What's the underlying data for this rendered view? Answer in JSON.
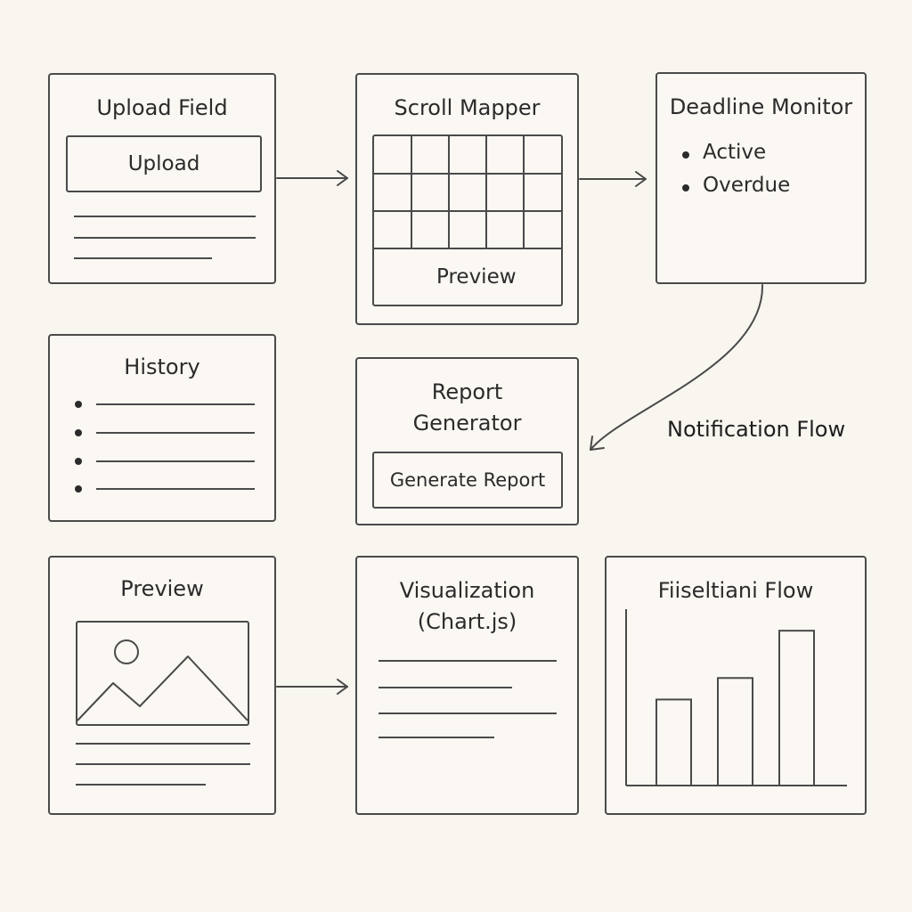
{
  "panels": {
    "upload_field": {
      "title": "Upload Field",
      "button": "Upload"
    },
    "scroll_mapper": {
      "title": "Scroll Mapper",
      "preview": "Preview"
    },
    "deadline_monitor": {
      "title": "Deadline Monitor",
      "items": [
        "Active",
        "Overdue"
      ]
    },
    "history": {
      "title": "History"
    },
    "report_generator": {
      "title_line1": "Report",
      "title_line2": "Generator",
      "button": "Generate Report"
    },
    "preview": {
      "title": "Preview"
    },
    "visualization": {
      "title_line1": "Visualization",
      "title_line2": "(Chart.js)"
    },
    "chart_panel": {
      "title": "Fiiseltiani Flow"
    }
  },
  "notification_flow_label": "Notification Flow",
  "chart_data": {
    "type": "bar",
    "title": "Fiiseltiani Flow",
    "categories": [
      "",
      "",
      ""
    ],
    "values": [
      40,
      50,
      72
    ],
    "ylim": [
      0,
      82
    ]
  }
}
